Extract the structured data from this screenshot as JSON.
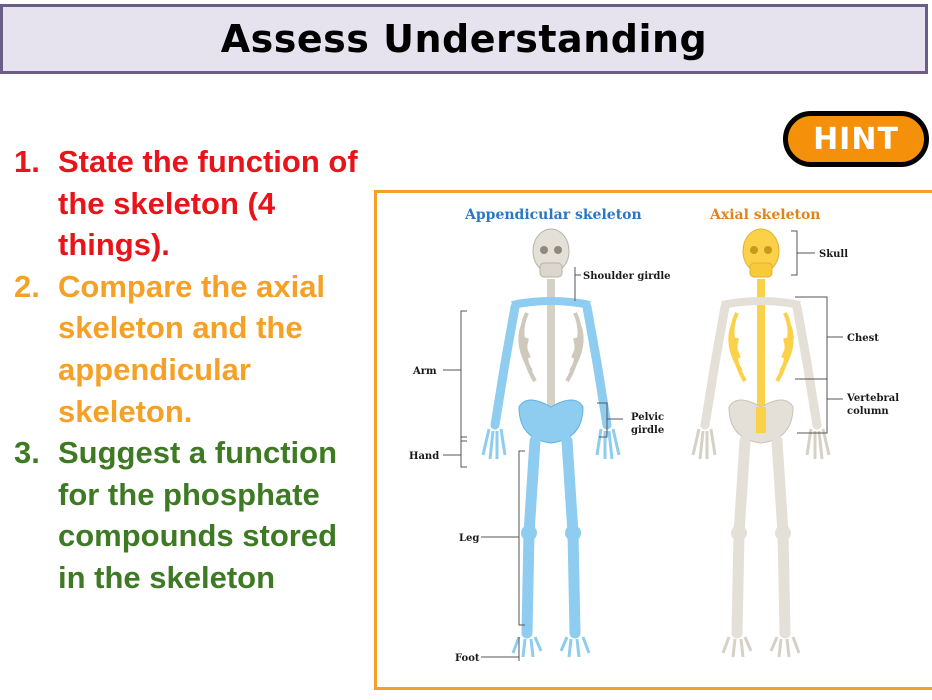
{
  "title": "Assess Understanding",
  "hint": {
    "label": "HINT"
  },
  "questions": [
    {
      "number": "1.",
      "text": "State the function of the skeleton (4 things).",
      "color": "#e8141a"
    },
    {
      "number": "2.",
      "text": "Compare the axial skeleton and the appendicular skeleton.",
      "color": "#f5a127"
    },
    {
      "number": "3.",
      "text": "Suggest a function for the phosphate compounds stored in the skeleton",
      "color": "#3e7a24"
    }
  ],
  "diagram": {
    "appendicular_heading": "Appendicular skeleton",
    "axial_heading": "Axial skeleton",
    "labels": {
      "shoulder_girdle": "Shoulder girdle",
      "arm": "Arm",
      "pelvic_girdle_1": "Pelvic",
      "pelvic_girdle_2": "girdle",
      "hand": "Hand",
      "leg": "Leg",
      "foot": "Foot",
      "skull": "Skull",
      "chest": "Chest",
      "vertebral_column_1": "Vertebral",
      "vertebral_column_2": "column"
    },
    "colors": {
      "appendicular": "#8ecdf0",
      "axial": "#fcd14a",
      "bone": "#e4e0d8",
      "frame": "#f5a127"
    }
  }
}
